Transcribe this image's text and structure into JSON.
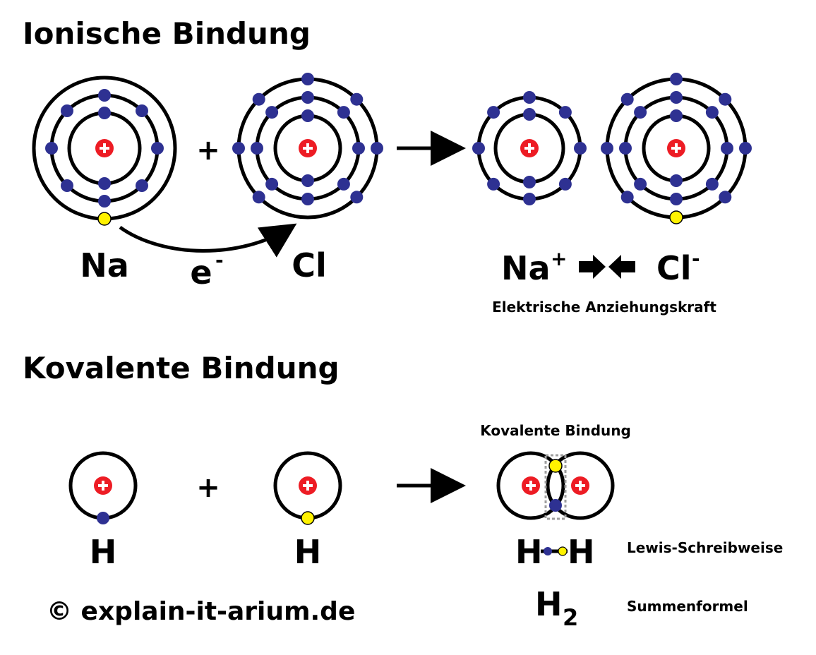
{
  "ionic": {
    "title": "Ionische Bindung",
    "na_label": "Na",
    "cl_label": "Cl",
    "plus": "+",
    "electron_symbol": "e",
    "electron_charge": "-",
    "na_ion_label": "Na",
    "na_ion_charge": "+",
    "cl_ion_label": "Cl",
    "cl_ion_charge": "-",
    "attraction_caption": "Elektrische Anziehungskraft"
  },
  "covalent": {
    "title": "Kovalente Bindung",
    "h_label_1": "H",
    "h_label_2": "H",
    "plus": "+",
    "bond_caption": "Kovalente Bindung",
    "lewis_h1": "H",
    "lewis_h2": "H",
    "lewis_caption": "Lewis-Schreibweise",
    "formula_h": "H",
    "formula_sub": "2",
    "formula_caption": "Summenformel"
  },
  "copyright": "© explain-it-arium.de",
  "colors": {
    "electron": "#2e3192",
    "transferred_electron": "#fff200",
    "nucleus": "#ed1c24",
    "shell": "#000000"
  }
}
